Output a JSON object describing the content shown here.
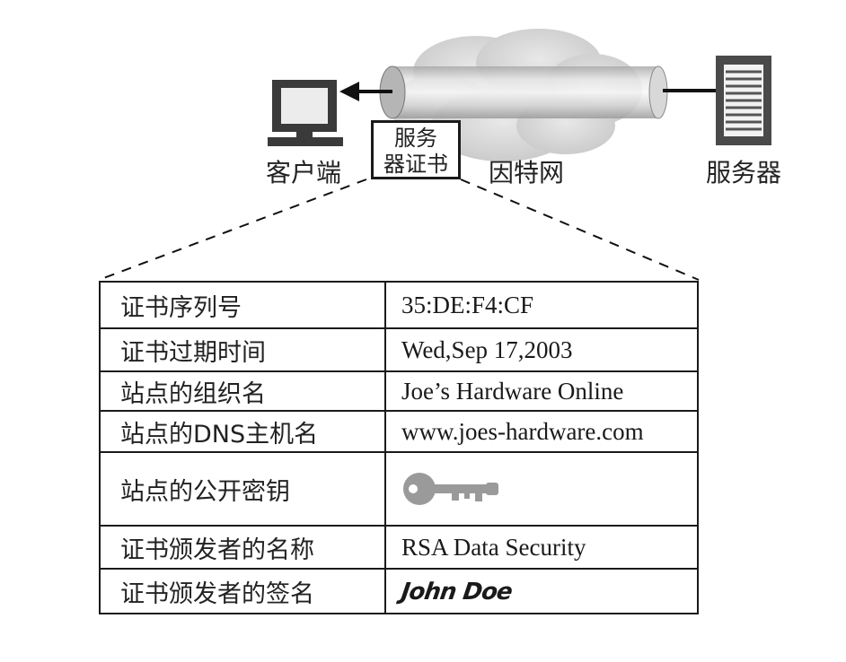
{
  "diagram": {
    "client_label": "客户端",
    "internet_label": "因特网",
    "server_label": "服务器",
    "certificate_label_line1": "服务",
    "certificate_label_line2": "器证书",
    "icons": {
      "client": "computer-monitor-icon",
      "server": "server-tower-icon",
      "network": "cloud-pipe-icon",
      "public_key": "key-icon"
    }
  },
  "certificate": {
    "rows": [
      {
        "field": "证书序列号",
        "value": "35:DE:F4:CF"
      },
      {
        "field": "证书过期时间",
        "value": "Wed,Sep 17,2003"
      },
      {
        "field": "站点的组织名",
        "value": "Joe’s Hardware Online"
      },
      {
        "field": "站点的DNS主机名",
        "value": "www.joes-hardware.com"
      },
      {
        "field": "站点的公开密钥",
        "value": ""
      },
      {
        "field": "证书颁发者的名称",
        "value": "RSA Data Security"
      },
      {
        "field": "证书颁发者的签名",
        "value": "John Doe"
      }
    ]
  }
}
